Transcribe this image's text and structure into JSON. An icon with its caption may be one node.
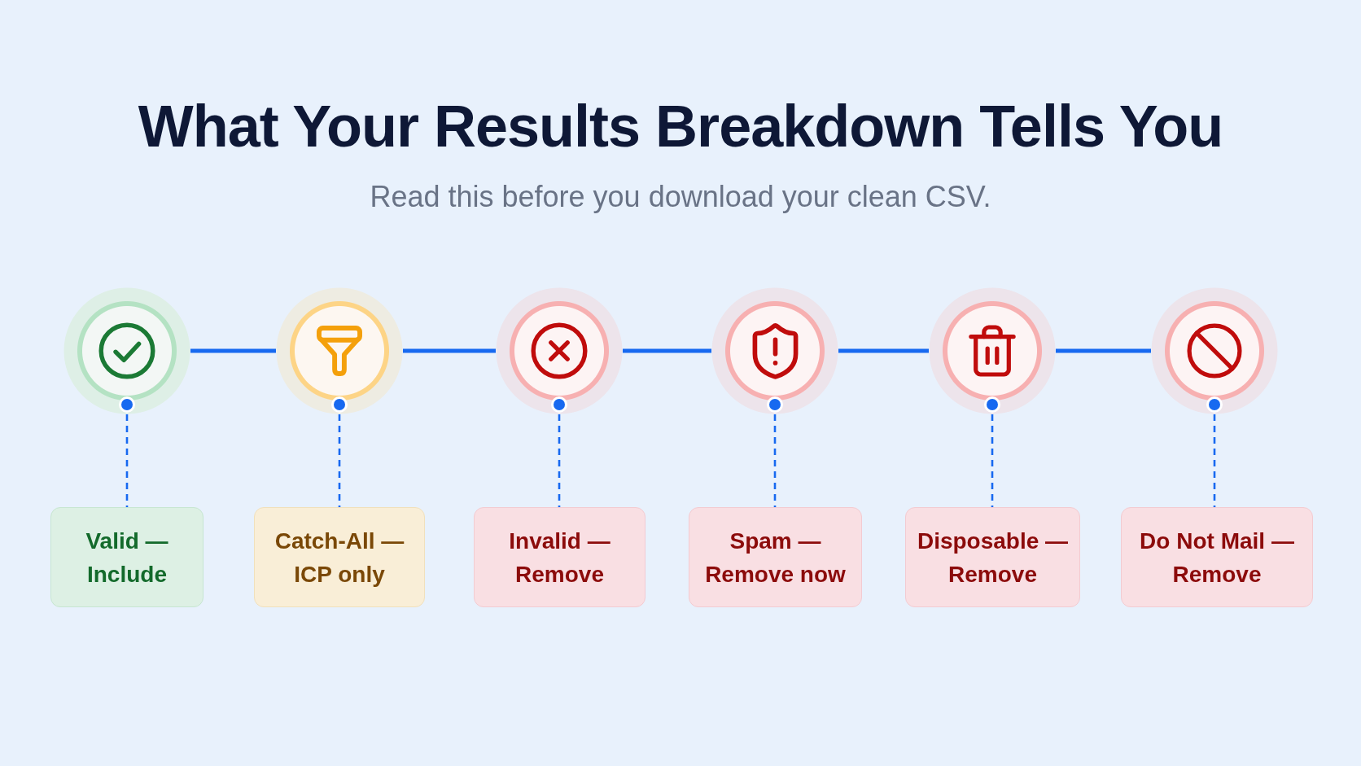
{
  "diagram": {
    "title": "What Your Results Breakdown Tells You",
    "nodes": [
      {
        "text": [],
        "shape": "circle"
      },
      {
        "text": [],
        "shape": "circle"
      },
      {
        "text": [],
        "shape": "circle"
      },
      {
        "text": [],
        "shape": "circle"
      },
      {
        "text": [],
        "shape": "circle"
      },
      {
        "text": [],
        "shape": "circle"
      },
      {
        "text": [
          "Valid — Include"
        ]
      },
      {
        "text": [
          "Catch-All — ICP only"
        ]
      },
      {
        "text": [
          "Invalid — Remove"
        ]
      },
      {
        "text": [
          "Spam — Remove now"
        ]
      },
      {
        "text": [
          "Disposable — Remove"
        ]
      },
      {
        "text": [
          "Do Not Mail — Remove"
        ]
      }
    ],
    "edges": [
      {
        "from": 0,
        "to": 1,
        "arrow": "none"
      },
      {
        "from": 1,
        "to": 2,
        "arrow": "none"
      },
      {
        "from": 2,
        "to": 3,
        "arrow": "none"
      },
      {
        "from": 3,
        "to": 4,
        "arrow": "none"
      },
      {
        "from": 4,
        "to": 5,
        "arrow": "none"
      },
      {
        "from": 0,
        "to": 6,
        "arrow": "other",
        "style": "dashed"
      },
      {
        "from": 1,
        "to": 7,
        "arrow": "other",
        "style": "dashed"
      },
      {
        "from": 2,
        "to": 8,
        "arrow": "other",
        "style": "dashed"
      },
      {
        "from": 3,
        "to": 9,
        "arrow": "other",
        "style": "dashed"
      },
      {
        "from": 4,
        "to": 10,
        "arrow": "other",
        "style": "dashed"
      },
      {
        "from": 5,
        "to": 11,
        "arrow": "other",
        "style": "dashed"
      }
    ],
    "labels": [
      "Read this before you download your clean CSV."
    ]
  }
}
